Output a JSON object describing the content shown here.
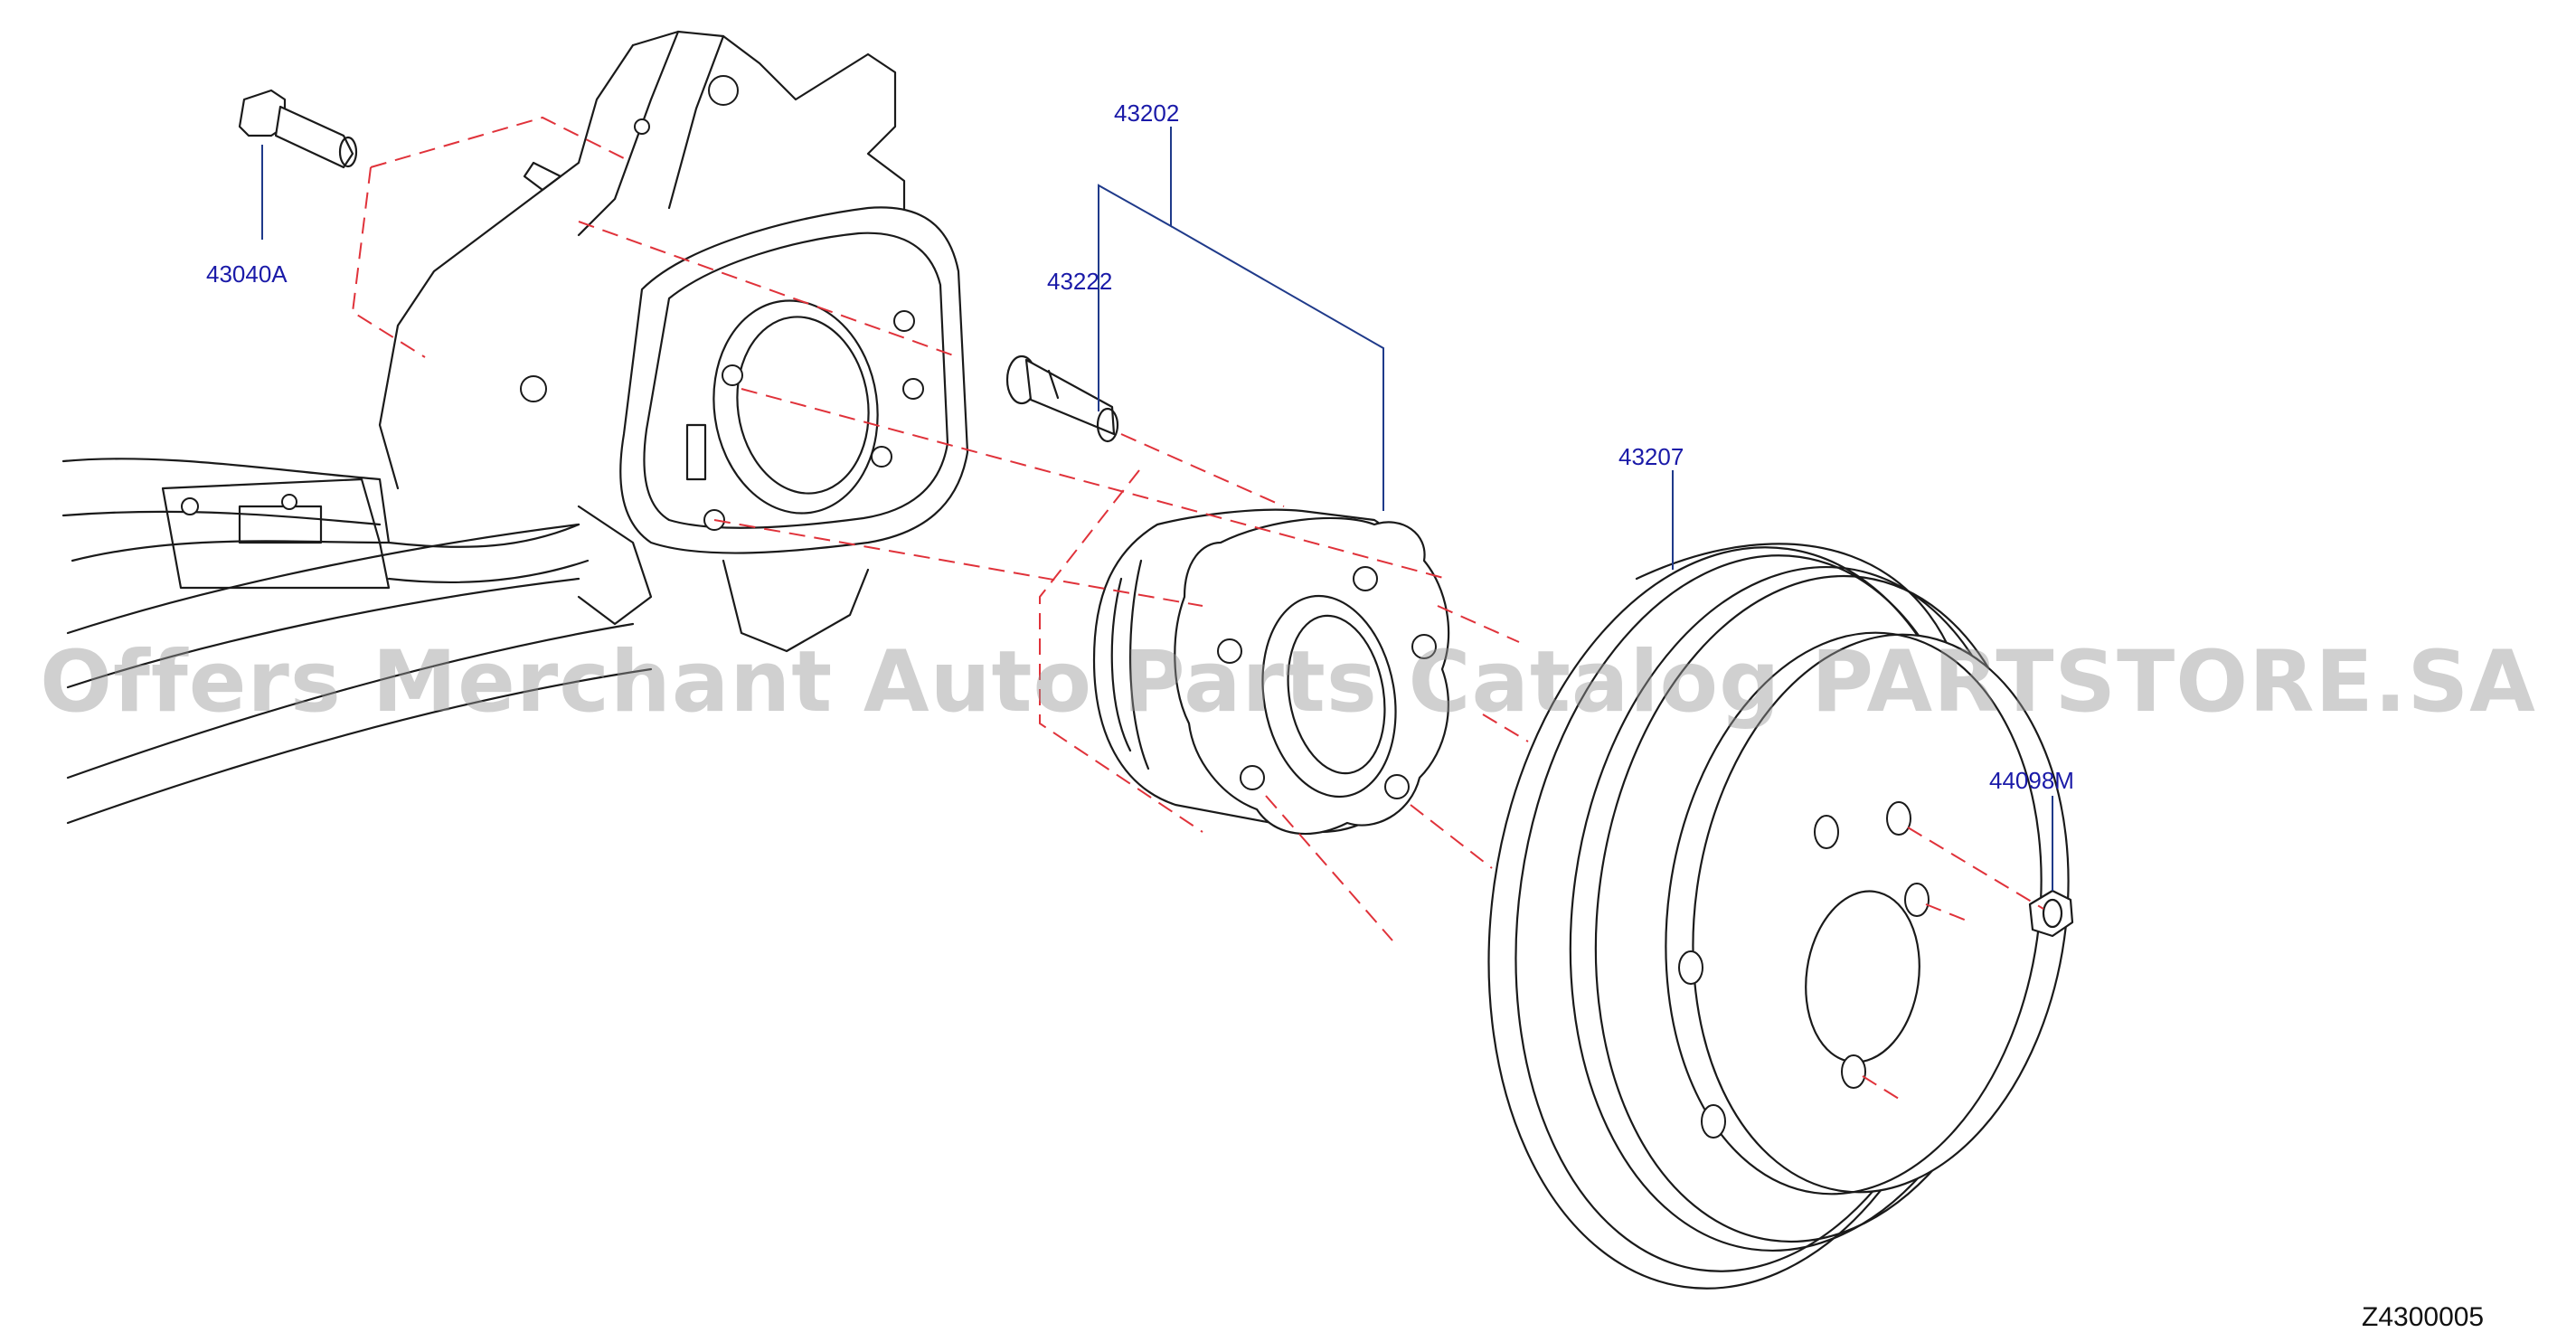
{
  "callouts": {
    "bolt": "43040A",
    "hub_assembly": "43202",
    "hub_bolt": "43222",
    "disc_rotor": "43207",
    "nut": "44098M"
  },
  "diagram_code": "Z4300005",
  "watermark": "Offers Merchant Auto Parts Catalog PARTSTORE.SA",
  "colors": {
    "callout_text": "#1a1aa8",
    "leader_line": "#1f3a8a",
    "assembly_dash": "#e0323a",
    "outline": "#1a1a1a"
  }
}
